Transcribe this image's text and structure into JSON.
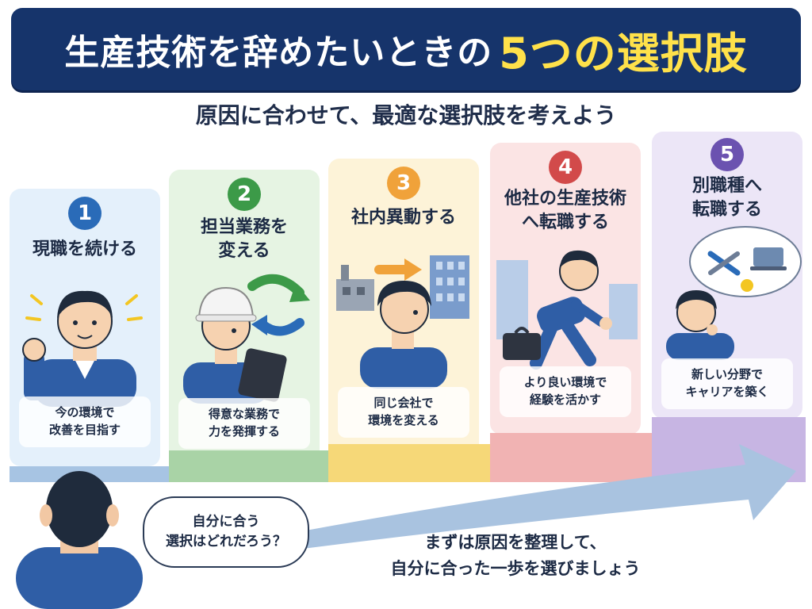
{
  "header": {
    "title_main": "生産技術を辞めたいときの",
    "title_highlight": "5つの選択肢",
    "subtitle": "原因に合わせて、最適な選択肢を考えよう"
  },
  "steps": [
    {
      "num": "1",
      "title": "現職を続ける",
      "desc": "今の環境で\n改善を目指す",
      "color": "#2a6bb8",
      "bg": "#e4f0fb"
    },
    {
      "num": "2",
      "title": "担当業務を\n変える",
      "desc": "得意な業務で\n力を発揮する",
      "color": "#3c9a48",
      "bg": "#e6f4e3"
    },
    {
      "num": "3",
      "title": "社内異動する",
      "desc": "同じ会社で\n環境を変える",
      "color": "#f0a23a",
      "bg": "#fdf3d8"
    },
    {
      "num": "4",
      "title": "他社の生産技術\nへ転職する",
      "desc": "より良い環境で\n経験を活かす",
      "color": "#d24a4a",
      "bg": "#fbe4e4"
    },
    {
      "num": "5",
      "title": "別職種へ\n転職する",
      "desc": "新しい分野で\nキャリアを築く",
      "color": "#6b52b0",
      "bg": "#ece6f7"
    }
  ],
  "thought_bubble": "自分に合う\n選択はどれだろう？",
  "closing": "まずは原因を整理して、\n自分に合った一歩を選びましょう",
  "colors": {
    "banner": "#16346b",
    "highlight": "#ffe14a",
    "suit": "#2f5ea6",
    "arrow": "#a9c3e0"
  }
}
